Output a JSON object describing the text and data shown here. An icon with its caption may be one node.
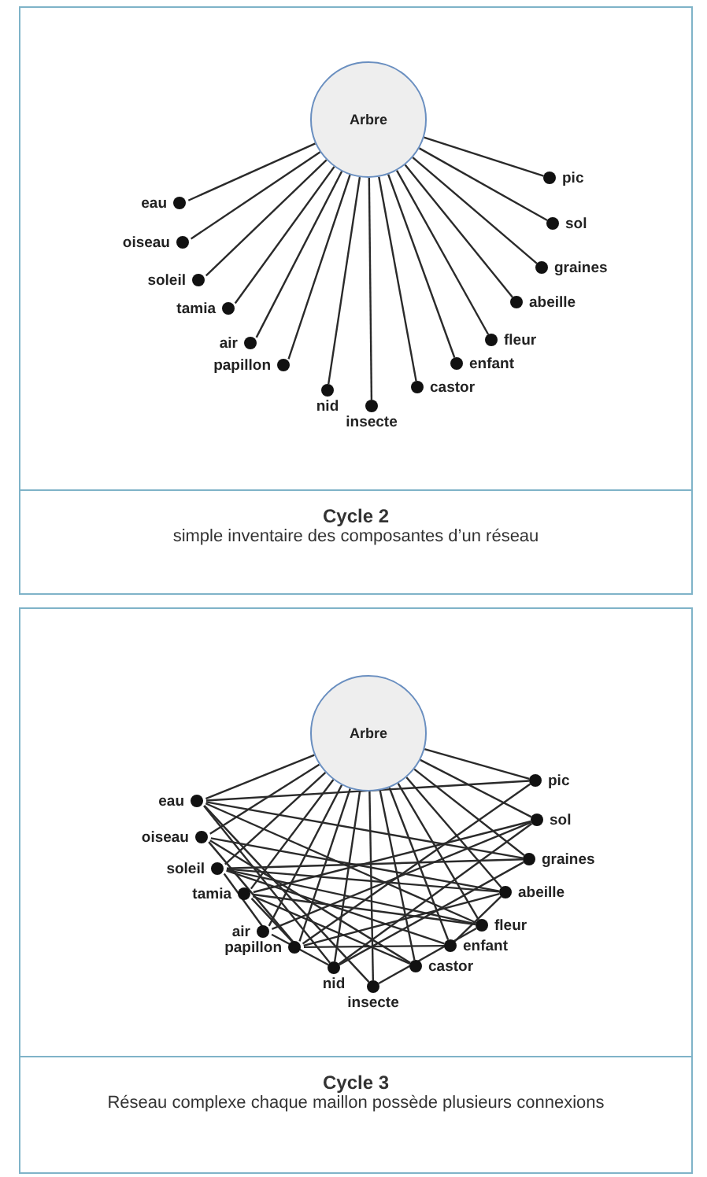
{
  "diagram": {
    "nodes": [
      {
        "text": [
          "Cycle 2",
          "simple inventaire des composantes d’un réseau"
        ]
      },
      {
        "text": [
          "Arbre"
        ],
        "in": 0
      },
      {
        "text": [
          "eau"
        ],
        "in": 0
      },
      {
        "text": [
          "oiseau"
        ],
        "in": 0
      },
      {
        "text": [
          "soleil"
        ],
        "in": 0
      },
      {
        "text": [
          "tamia"
        ],
        "in": 0
      },
      {
        "text": [
          "air"
        ],
        "in": 0
      },
      {
        "text": [
          "papillon"
        ],
        "in": 0
      },
      {
        "text": [
          "nid"
        ],
        "in": 0
      },
      {
        "text": [
          "insecte"
        ],
        "in": 0
      },
      {
        "text": [
          "castor"
        ],
        "in": 0
      },
      {
        "text": [
          "enfant"
        ],
        "in": 0
      },
      {
        "text": [
          "fleur"
        ],
        "in": 0
      },
      {
        "text": [
          "abeille"
        ],
        "in": 0
      },
      {
        "text": [
          "graines"
        ],
        "in": 0
      },
      {
        "text": [
          "sol"
        ],
        "in": 0
      },
      {
        "text": [
          "pic"
        ],
        "in": 0
      },
      {
        "text": [
          "Cycle 3",
          "Réseau complexe chaque maillon possède plusieurs connexions"
        ]
      },
      {
        "text": [
          "Arbre"
        ],
        "in": 17
      },
      {
        "text": [
          "eau"
        ],
        "in": 17
      },
      {
        "text": [
          "oiseau"
        ],
        "in": 17
      },
      {
        "text": [
          "soleil"
        ],
        "in": 17
      },
      {
        "text": [
          "tamia"
        ],
        "in": 17
      },
      {
        "text": [
          "air"
        ],
        "in": 17
      },
      {
        "text": [
          "papillon"
        ],
        "in": 17
      },
      {
        "text": [
          "nid"
        ],
        "in": 17
      },
      {
        "text": [
          "insecte"
        ],
        "in": 17
      },
      {
        "text": [
          "castor"
        ],
        "in": 17
      },
      {
        "text": [
          "enfant"
        ],
        "in": 17
      },
      {
        "text": [
          "fleur"
        ],
        "in": 17
      },
      {
        "text": [
          "abeille"
        ],
        "in": 17
      },
      {
        "text": [
          "graines"
        ],
        "in": 17
      },
      {
        "text": [
          "sol"
        ],
        "in": 17
      },
      {
        "text": [
          "pic"
        ],
        "in": 17
      }
    ],
    "edges": [
      {
        "from": 1,
        "to": 2,
        "arrow": "none"
      },
      {
        "from": 1,
        "to": 3,
        "arrow": "none"
      },
      {
        "from": 1,
        "to": 4,
        "arrow": "none"
      },
      {
        "from": 1,
        "to": 5,
        "arrow": "none"
      },
      {
        "from": 1,
        "to": 6,
        "arrow": "none"
      },
      {
        "from": 1,
        "to": 7,
        "arrow": "none"
      },
      {
        "from": 1,
        "to": 8,
        "arrow": "none"
      },
      {
        "from": 1,
        "to": 9,
        "arrow": "none"
      },
      {
        "from": 1,
        "to": 10,
        "arrow": "none"
      },
      {
        "from": 1,
        "to": 11,
        "arrow": "none"
      },
      {
        "from": 1,
        "to": 12,
        "arrow": "none"
      },
      {
        "from": 1,
        "to": 13,
        "arrow": "none"
      },
      {
        "from": 1,
        "to": 14,
        "arrow": "none"
      },
      {
        "from": 1,
        "to": 15,
        "arrow": "none"
      },
      {
        "from": 1,
        "to": 16,
        "arrow": "none"
      },
      {
        "from": 18,
        "to": 19,
        "arrow": "none"
      },
      {
        "from": 18,
        "to": 20,
        "arrow": "none"
      },
      {
        "from": 18,
        "to": 21,
        "arrow": "none"
      },
      {
        "from": 18,
        "to": 22,
        "arrow": "none"
      },
      {
        "from": 18,
        "to": 23,
        "arrow": "none"
      },
      {
        "from": 18,
        "to": 24,
        "arrow": "none"
      },
      {
        "from": 18,
        "to": 25,
        "arrow": "none"
      },
      {
        "from": 18,
        "to": 26,
        "arrow": "none"
      },
      {
        "from": 18,
        "to": 27,
        "arrow": "none"
      },
      {
        "from": 18,
        "to": 28,
        "arrow": "none"
      },
      {
        "from": 18,
        "to": 29,
        "arrow": "none"
      },
      {
        "from": 18,
        "to": 30,
        "arrow": "none"
      },
      {
        "from": 18,
        "to": 31,
        "arrow": "none"
      },
      {
        "from": 18,
        "to": 32,
        "arrow": "none"
      },
      {
        "from": 18,
        "to": 33,
        "arrow": "none"
      },
      {
        "from": 19,
        "to": 33,
        "arrow": "none"
      },
      {
        "from": 19,
        "to": 31,
        "arrow": "none"
      },
      {
        "from": 19,
        "to": 29,
        "arrow": "none"
      },
      {
        "from": 19,
        "to": 25,
        "arrow": "none"
      },
      {
        "from": 19,
        "to": 26,
        "arrow": "none"
      },
      {
        "from": 20,
        "to": 30,
        "arrow": "none"
      },
      {
        "from": 20,
        "to": 24,
        "arrow": "none"
      },
      {
        "from": 20,
        "to": 27,
        "arrow": "none"
      },
      {
        "from": 21,
        "to": 31,
        "arrow": "none"
      },
      {
        "from": 21,
        "to": 30,
        "arrow": "none"
      },
      {
        "from": 21,
        "to": 29,
        "arrow": "none"
      },
      {
        "from": 21,
        "to": 23,
        "arrow": "none"
      },
      {
        "from": 21,
        "to": 28,
        "arrow": "none"
      },
      {
        "from": 22,
        "to": 32,
        "arrow": "none"
      },
      {
        "from": 22,
        "to": 24,
        "arrow": "none"
      },
      {
        "from": 22,
        "to": 29,
        "arrow": "none"
      },
      {
        "from": 22,
        "to": 27,
        "arrow": "none"
      },
      {
        "from": 23,
        "to": 32,
        "arrow": "none"
      },
      {
        "from": 23,
        "to": 25,
        "arrow": "none"
      },
      {
        "from": 24,
        "to": 33,
        "arrow": "none"
      },
      {
        "from": 24,
        "to": 28,
        "arrow": "none"
      },
      {
        "from": 24,
        "to": 30,
        "arrow": "none"
      },
      {
        "from": 25,
        "to": 32,
        "arrow": "none"
      },
      {
        "from": 25,
        "to": 31,
        "arrow": "none"
      },
      {
        "from": 26,
        "to": 29,
        "arrow": "none"
      },
      {
        "from": 28,
        "to": 30,
        "arrow": "none"
      }
    ]
  }
}
